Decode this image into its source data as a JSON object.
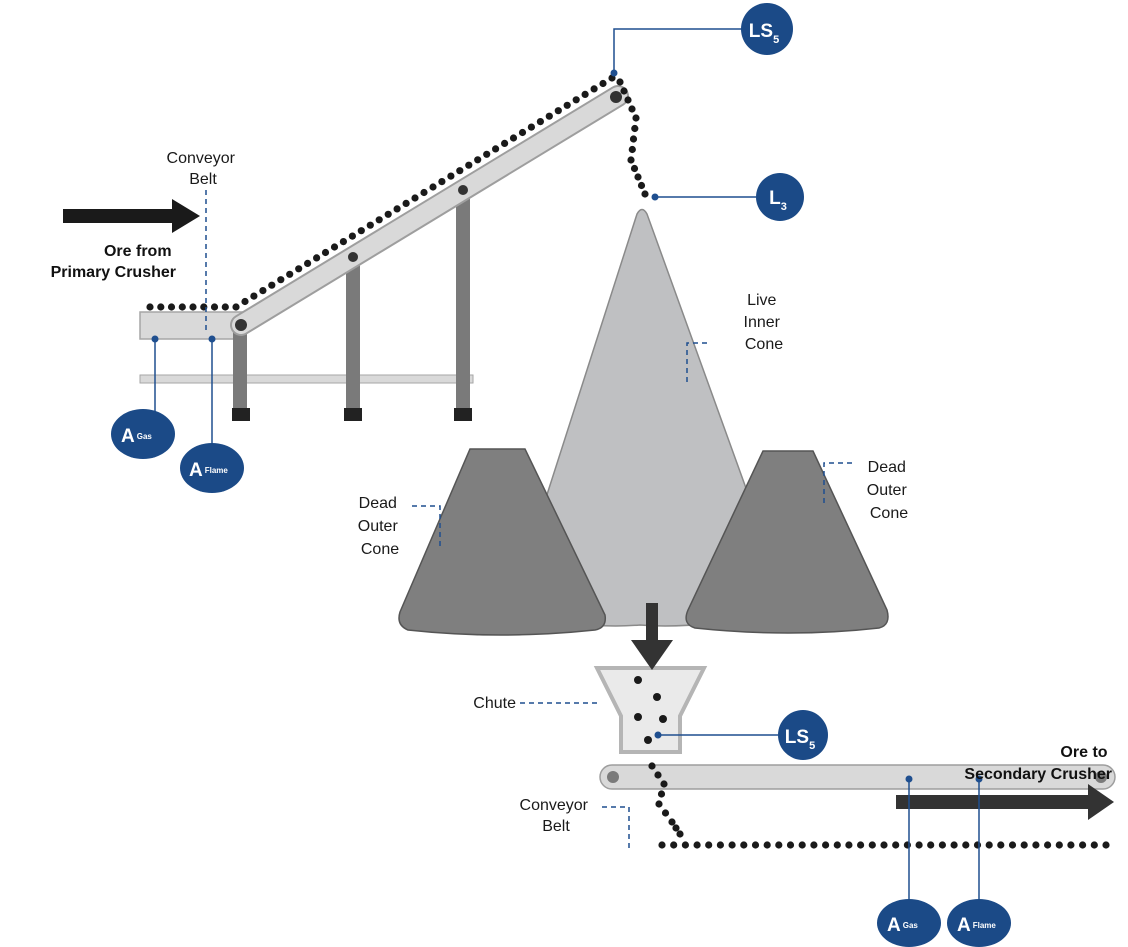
{
  "labels": {
    "conveyor_top": [
      "Conveyor",
      "Belt"
    ],
    "ore_in": [
      "Ore from",
      "Primary Crusher"
    ],
    "live_inner": [
      "Live",
      "Inner",
      "Cone"
    ],
    "dead_left": [
      "Dead",
      "Outer",
      "Cone"
    ],
    "dead_right": [
      "Dead",
      "Outer",
      "Cone"
    ],
    "chute": "Chute",
    "conveyor_bottom": [
      "Conveyor",
      "Belt"
    ],
    "ore_out": [
      "Ore to",
      "Secondary Crusher"
    ]
  },
  "badges": {
    "ls5_top": {
      "main": "LS",
      "index": "5"
    },
    "l3": {
      "main": "L",
      "index": "3"
    },
    "ls5_chute": {
      "main": "LS",
      "index": "5"
    },
    "agas_top": {
      "main": "A",
      "sub": "Gas"
    },
    "aflame_top": {
      "main": "A",
      "sub": "Flame"
    },
    "agas_bottom": {
      "main": "A",
      "sub": "Gas"
    },
    "aflame_bottom": {
      "main": "A",
      "sub": "Flame"
    }
  },
  "colors": {
    "badge": "#1b4a87",
    "leader": "#1f4f8f",
    "cone_live": "#bfc0c2",
    "cone_dead": "#7f7f7f",
    "belt": "#d9d9d9",
    "post": "#7a7a7a",
    "ore": "#1a1a1a",
    "arrow": "#1a1a1a"
  }
}
